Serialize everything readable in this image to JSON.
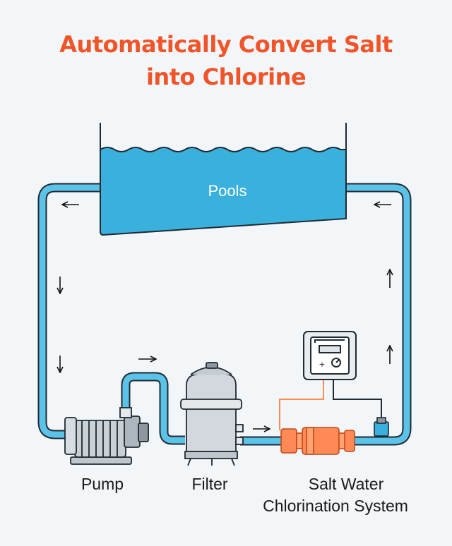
{
  "title": {
    "line1": "Automatically Convert Salt",
    "line2": "into Chlorine"
  },
  "pool": {
    "label": "Pools"
  },
  "components": {
    "pump": "Pump",
    "filter": "Filter",
    "chlorinator_line1": "Salt Water",
    "chlorinator_line2": "Chlorination System"
  },
  "colors": {
    "title": "#f0552a",
    "water": "#3ab0dc",
    "pipe": "#5cc3e8",
    "pipe_outline": "#1f2a33",
    "chlorinator": "#ff8a55",
    "background": "#f3f6f9"
  },
  "icons": [
    "flow-arrow-icon",
    "pump-icon",
    "filter-tank-icon",
    "chlorinator-cell-icon",
    "control-box-icon",
    "flow-sensor-icon"
  ]
}
